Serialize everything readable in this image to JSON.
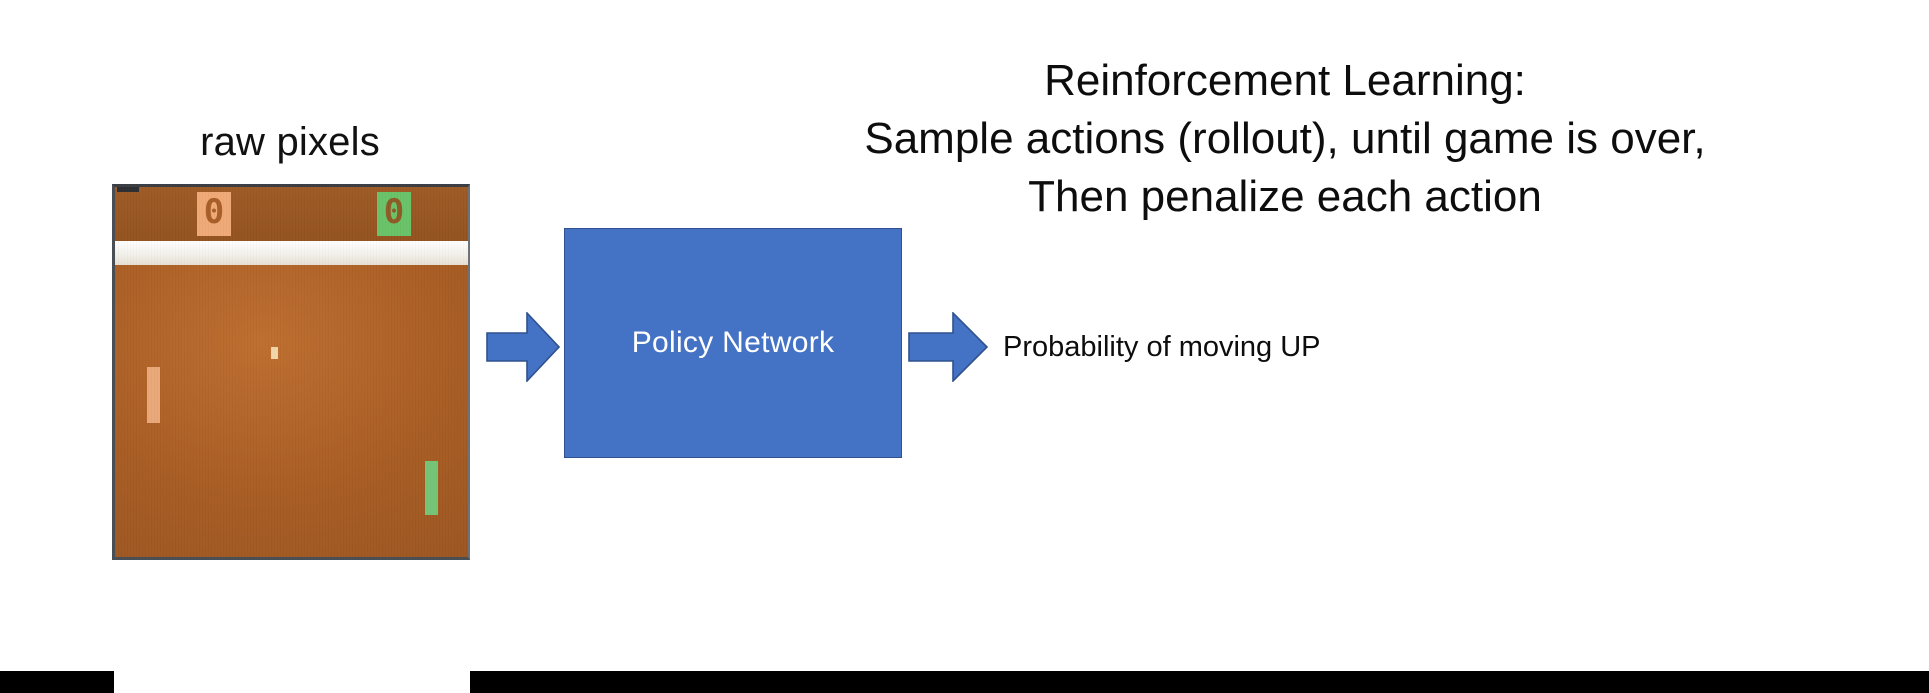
{
  "slide": {
    "background_color": "#ffffff",
    "title": {
      "lines": [
        "Reinforcement Learning:",
        "Sample actions (rollout), until game is over,",
        "Then penalize each action"
      ],
      "color": "#0d0d0d"
    },
    "raw_pixels_caption": "raw pixels",
    "game": {
      "name": "pong-frame",
      "background_color": "#a85d24",
      "divider_color": "#ffffff",
      "score_left": "0",
      "score_right": "0",
      "score_left_color": "#efa977",
      "score_right_color": "#69c268",
      "paddle_left_color": "#e9a878",
      "paddle_right_color": "#74c476",
      "ball_color": "#f2d6a8"
    },
    "policy_network": {
      "label": "Policy Network",
      "fill_color": "#4472c4",
      "border_color": "#2f528f",
      "text_color": "#ffffff"
    },
    "arrows": {
      "input_arrow_name": "arrow-pixels-to-network",
      "output_arrow_name": "arrow-network-to-probability",
      "fill_color": "#4472c4",
      "border_color": "#2f528f"
    },
    "output": {
      "label": "Probability of moving UP",
      "color": "#0d0d0d"
    },
    "bottom_bars": {
      "color": "#000000"
    }
  }
}
